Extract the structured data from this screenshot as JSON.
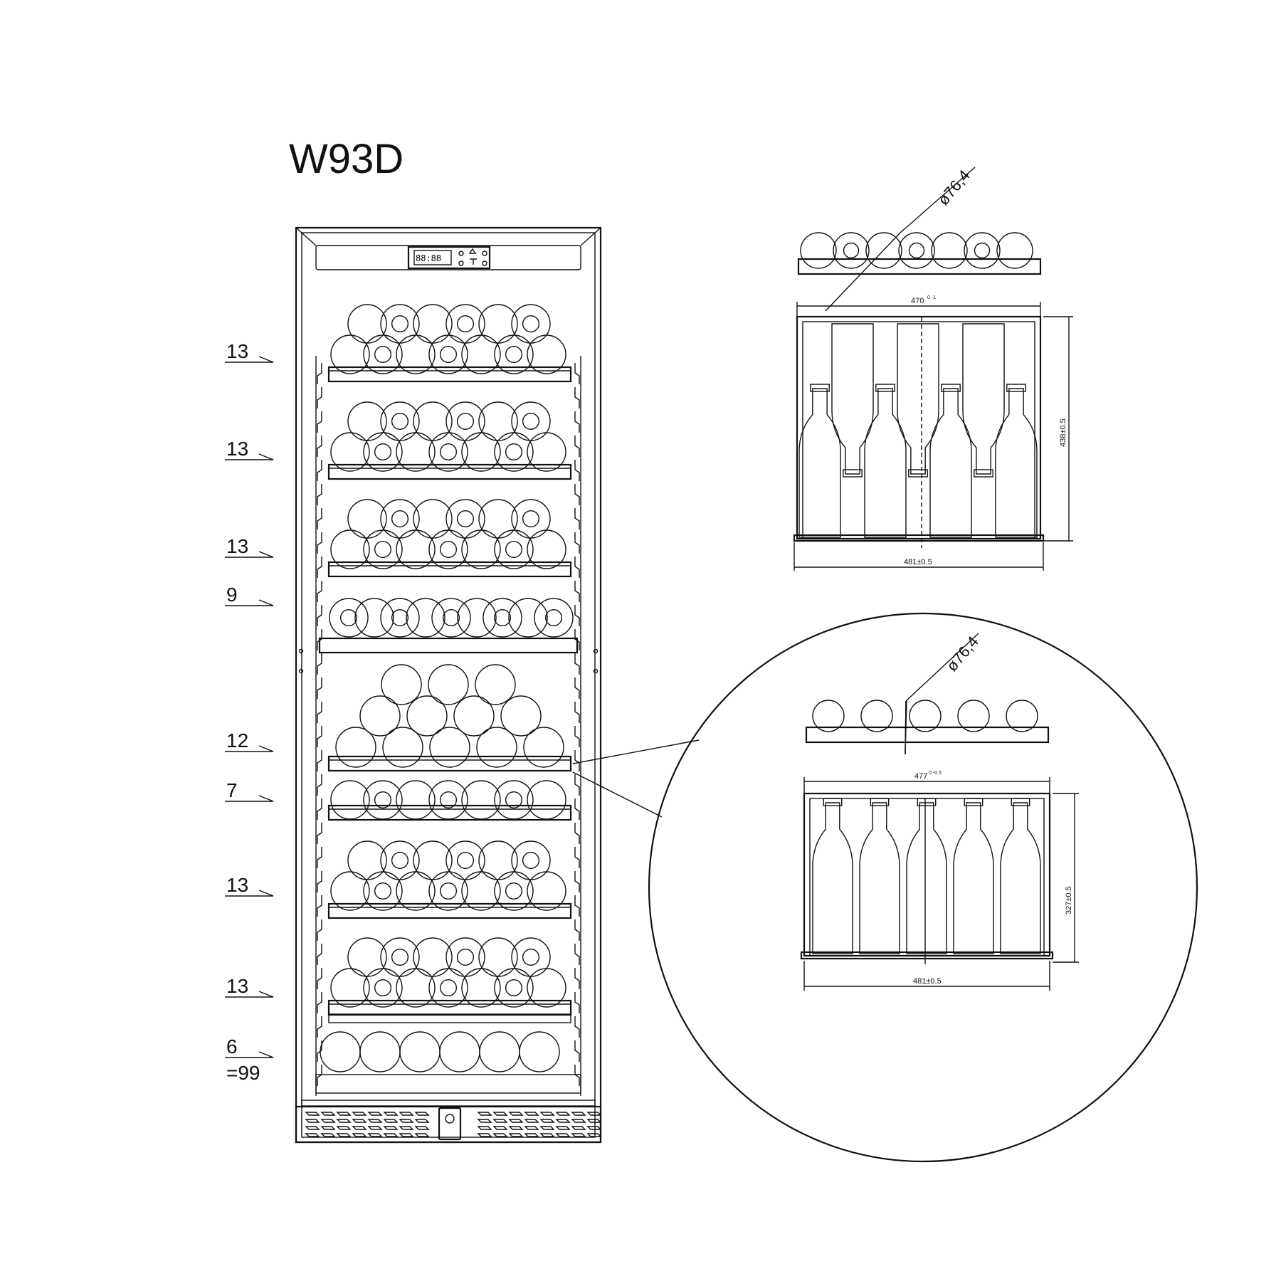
{
  "model": "W93D",
  "shelf_counts": [
    {
      "label": "13"
    },
    {
      "label": "13"
    },
    {
      "label": "13"
    },
    {
      "label": "9"
    },
    {
      "label": "12"
    },
    {
      "label": "7"
    },
    {
      "label": "13"
    },
    {
      "label": "13"
    },
    {
      "label": "6"
    }
  ],
  "total": "=99",
  "upper_detail": {
    "diameter": "ø76,4",
    "width_inner": "470",
    "width_inner_tol": "0 -1",
    "width_outer": "481±0.5",
    "depth": "438±0.5"
  },
  "lower_detail": {
    "diameter": "ø76,4",
    "width_inner": "477",
    "width_inner_tol": "0 -0.5",
    "width_outer": "481±0.5",
    "depth": "327±0.5"
  }
}
